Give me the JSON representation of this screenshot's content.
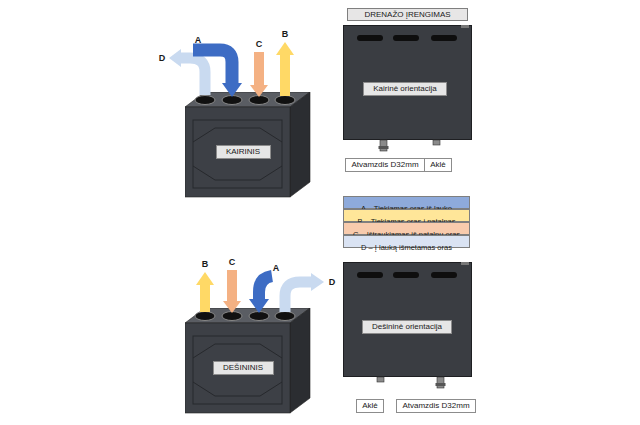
{
  "diagram": {
    "title": "DRENAŽO ĮRENGIMAS",
    "nodes": [
      {
        "text": [
          "KAIRINIS"
        ]
      },
      {
        "text": [
          "Kairinė orientacija"
        ]
      },
      {
        "text": [
          "Atvamzdis D32mm"
        ]
      },
      {
        "text": [
          "Aklė"
        ]
      },
      {
        "text": [
          "DEŠININIS"
        ]
      },
      {
        "text": [
          "Dešininė orientacija"
        ]
      },
      {
        "text": [
          "Aklė"
        ]
      },
      {
        "text": [
          "Atvamzdis D32mm"
        ]
      }
    ],
    "labels": [
      "D",
      "A",
      "C",
      "B",
      "B",
      "C",
      "A",
      "D"
    ],
    "legend": [
      {
        "text": "A – Tiekiamas oras iš lauko",
        "color": "#8eaadb"
      },
      {
        "text": "B – Tiekiamas oras į patalpas",
        "color": "#ffe699"
      },
      {
        "text": "C – Ištraukiamas iš patalpų oras",
        "color": "#f8cbad"
      },
      {
        "text": "D – Į lauką išmetamas oras",
        "color": "#dae3f3"
      }
    ]
  }
}
